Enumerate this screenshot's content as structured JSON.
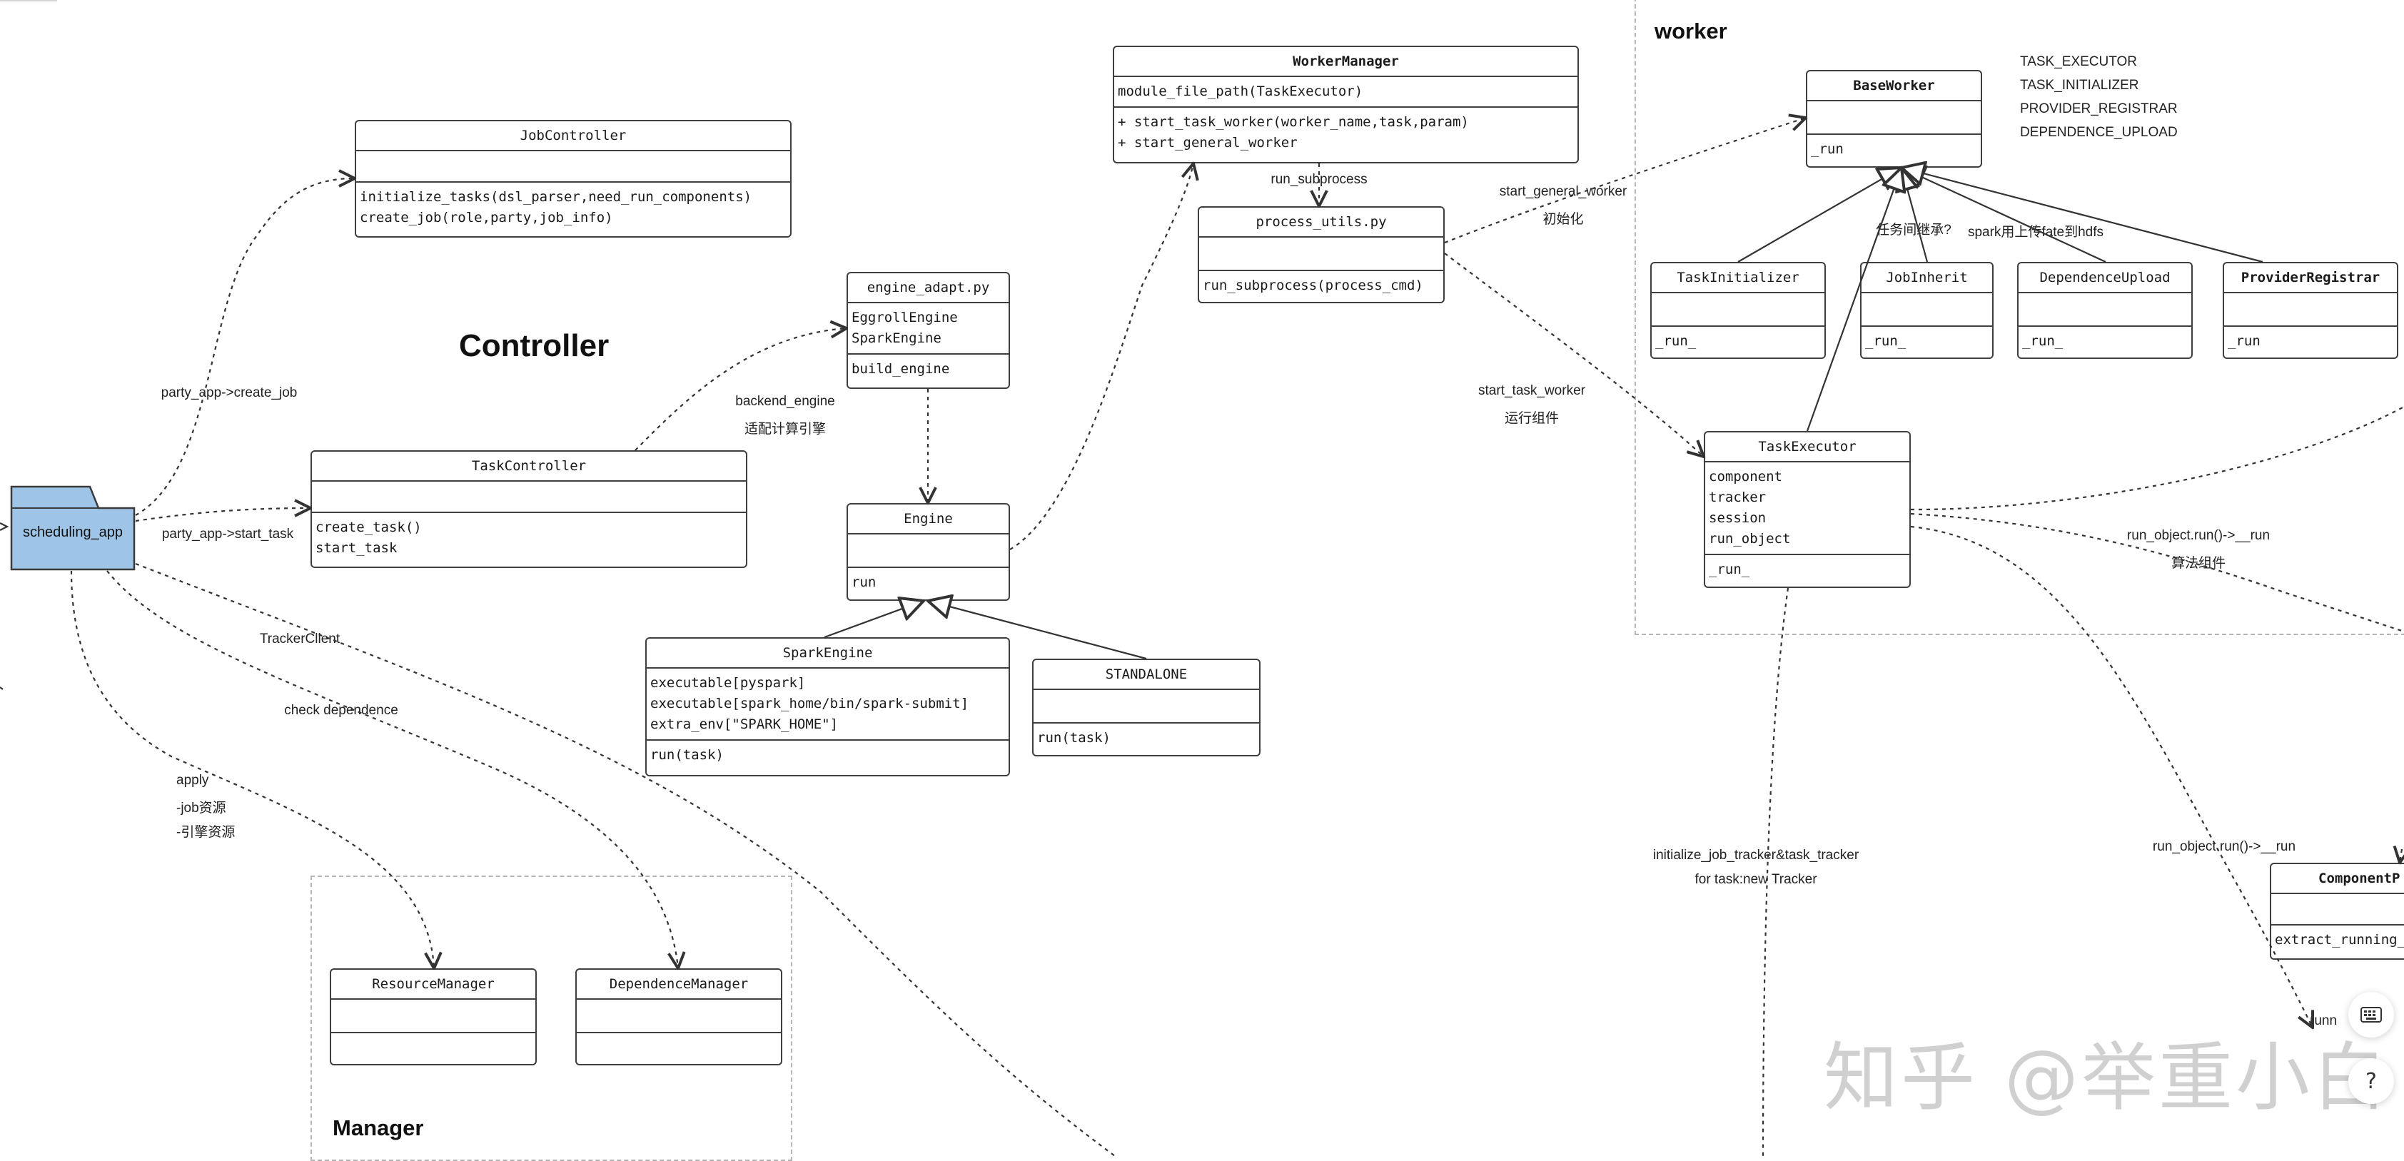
{
  "headings": {
    "controller": "Controller",
    "worker": "worker",
    "manager": "Manager"
  },
  "nodes": {
    "scheduling_app": {
      "label": "scheduling_app"
    },
    "job_controller": {
      "title": "JobController",
      "attrs": [],
      "methods": [
        "initialize_tasks(dsl_parser,need_run_components)",
        "create_job(role,party,job_info)"
      ]
    },
    "task_controller": {
      "title": "TaskController",
      "attrs": [],
      "methods": [
        "create_task()",
        "start_task"
      ]
    },
    "engine_adapt": {
      "title": "engine_adapt.py",
      "attrs": [
        "EggrollEngine",
        "SparkEngine"
      ],
      "methods": [
        "build_engine"
      ]
    },
    "engine": {
      "title": "Engine",
      "attrs": [],
      "methods": [
        "run"
      ]
    },
    "spark_engine": {
      "title": "SparkEngine",
      "attrs": [
        "executable[pyspark]",
        "executable[spark_home/bin/spark-submit]",
        "extra_env[\"SPARK_HOME\"]"
      ],
      "methods": [
        "run(task)"
      ]
    },
    "standalone": {
      "title": "STANDALONE",
      "attrs": [],
      "methods": [
        "run(task)"
      ]
    },
    "worker_manager": {
      "title": "WorkerManager",
      "attrs": [
        "module_file_path(TaskExecutor)"
      ],
      "methods": [
        "+ start_task_worker(worker_name,task,param)",
        "+ start_general_worker"
      ]
    },
    "process_utils": {
      "title": "process_utils.py",
      "attrs": [],
      "methods": [
        "run_subprocess(process_cmd)"
      ]
    },
    "base_worker": {
      "title": "BaseWorker",
      "attrs": [],
      "methods": [
        "_run"
      ]
    },
    "task_initializer": {
      "title": "TaskInitializer",
      "attrs": [],
      "methods": [
        "_run_"
      ]
    },
    "job_inherit": {
      "title": "JobInherit",
      "attrs": [],
      "methods": [
        "_run_"
      ]
    },
    "dependence_upload": {
      "title": "DependenceUpload",
      "attrs": [],
      "methods": [
        "_run_"
      ]
    },
    "provider_registrar": {
      "title": "ProviderRegistrar",
      "attrs": [],
      "methods": [
        "_run"
      ]
    },
    "task_executor": {
      "title": "TaskExecutor",
      "attrs": [
        "component",
        "tracker",
        "session",
        "run_object"
      ],
      "methods": [
        "_run_"
      ]
    },
    "component_p": {
      "title": "ComponentP",
      "attrs": [],
      "methods": [
        "extract_running_"
      ]
    },
    "resource_manager": {
      "title": "ResourceManager",
      "attrs": [],
      "methods": []
    },
    "dependence_manager": {
      "title": "DependenceManager",
      "attrs": [],
      "methods": []
    }
  },
  "worker_legend": [
    "TASK_EXECUTOR",
    "TASK_INITIALIZER",
    "PROVIDER_REGISTRAR",
    "DEPENDENCE_UPLOAD"
  ],
  "edge_labels": {
    "create_job": "party_app->create_job",
    "start_task": "party_app->start_task",
    "tracker_client": "TrackerClient",
    "check_dependence": "check dependence",
    "apply_1": "apply",
    "apply_2": "-job资源",
    "apply_3": "-引擎资源",
    "backend_engine_1": "backend_engine",
    "backend_engine_2": "适配计算引擎",
    "run_subprocess": "run_subprocess",
    "start_general_worker_1": "start_general_worker",
    "start_general_worker_2": "初始化",
    "start_task_worker_1": "start_task_worker",
    "start_task_worker_2": "运行组件",
    "inherit_q": "任务间继承?",
    "spark_hdfs": "spark用上传fate到hdfs",
    "run_object_1": "run_object.run()->__run",
    "run_object_2": "算法组件",
    "run_object_3": "run_object.run()->__run",
    "init_tracker_1": "initialize_job_tracker&task_tracker",
    "init_tracker_2": "for task:new Tracker",
    "runn_fragment": "runn"
  },
  "watermark": "知乎 @举重小白",
  "fabs": {
    "keyboard": "keyboard-icon",
    "help": "?"
  },
  "colors": {
    "folder_fill": "#9ec5e8",
    "folder_stroke": "#3b3b3b",
    "line": "#333333"
  }
}
